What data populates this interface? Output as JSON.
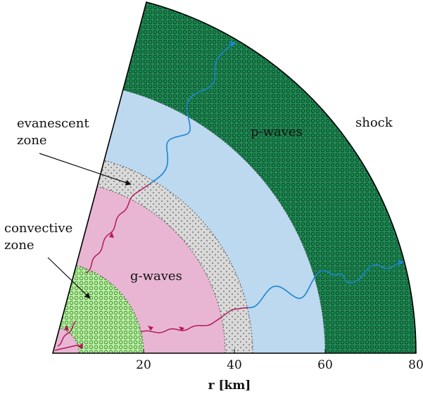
{
  "labels": {
    "shock": "shock",
    "p_waves": "p-waves",
    "g_waves": "g-waves",
    "evanescent_line1": "evanescent",
    "evanescent_line2": "zone",
    "convective_line1": "convective",
    "convective_line2": "zone"
  },
  "axis": {
    "title": "r [km]",
    "ticks": [
      "20",
      "40",
      "60",
      "80"
    ],
    "tick_values": [
      20,
      40,
      60,
      80
    ]
  },
  "zones": [
    {
      "name": "inner-core",
      "r_inner": 0,
      "r_outer": 6,
      "color": "#e8b6d2"
    },
    {
      "name": "convective-zone",
      "r_inner": 6,
      "r_outer": 20,
      "color": "#b8ee9e"
    },
    {
      "name": "g-mode-cavity",
      "r_inner": 20,
      "r_outer": 38,
      "color": "#e8b6d2"
    },
    {
      "name": "evanescent-zone",
      "r_inner": 38,
      "r_outer": 44,
      "color": "#d9d9d9"
    },
    {
      "name": "p-mode-cavity",
      "r_inner": 44,
      "r_outer": 60,
      "color": "#bcd9f0"
    },
    {
      "name": "shock-region",
      "r_inner": 60,
      "r_outer": 80,
      "color": "#1e8a55"
    }
  ],
  "colors": {
    "g_wave": "#b5175e",
    "p_wave": "#1b86d0",
    "outline": "#000000"
  }
}
